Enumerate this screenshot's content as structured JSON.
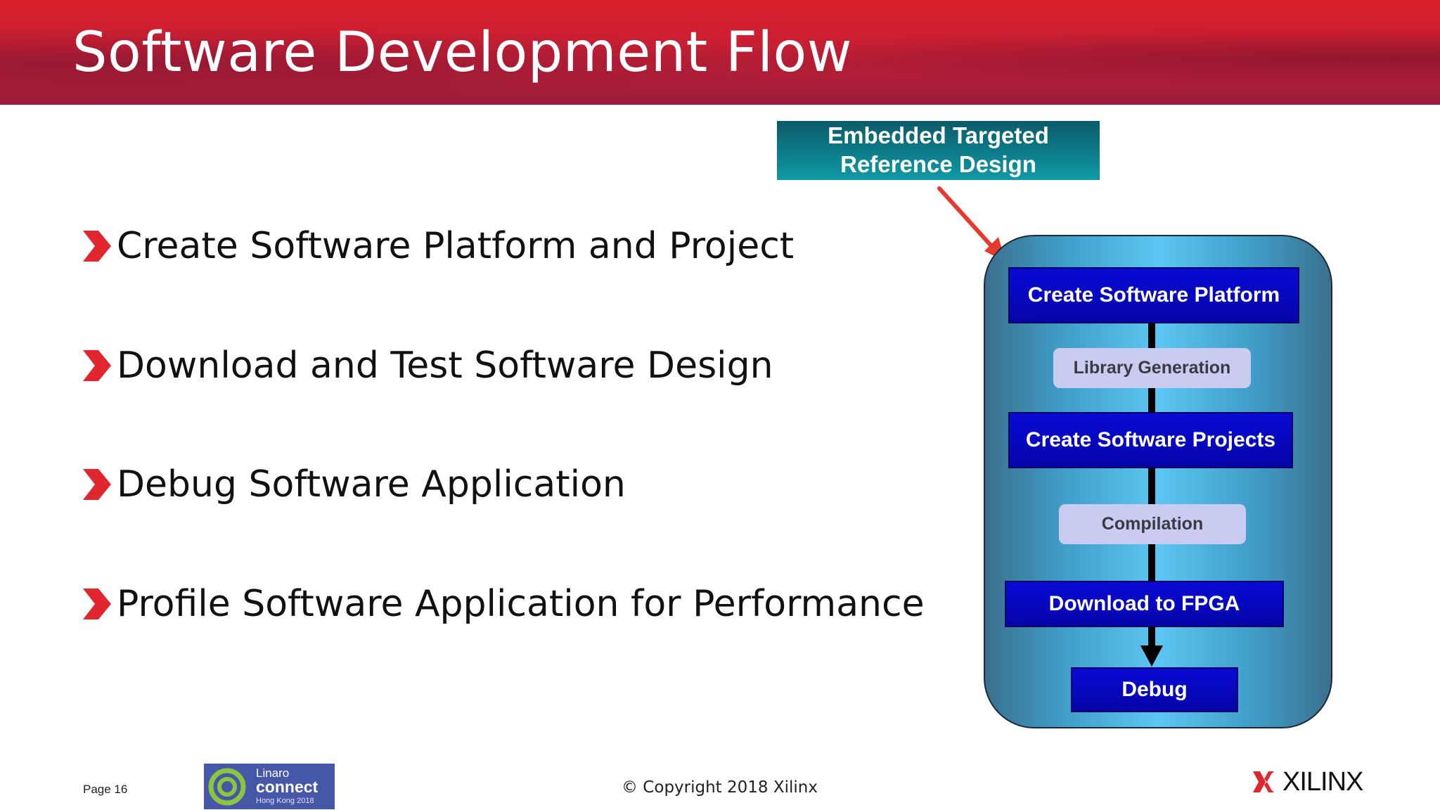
{
  "slide": {
    "title": "Software Development Flow"
  },
  "bullets": [
    "Create Software Platform and Project",
    "Download and Test Software Design",
    "Debug Software Application",
    "Profile Software Application for Performance"
  ],
  "diagram": {
    "reference_box": [
      "Embedded Targeted",
      "Reference Design"
    ],
    "steps": [
      {
        "label": "Create Software Platform",
        "style": "dark"
      },
      {
        "label": "Library Generation",
        "style": "light"
      },
      {
        "label": "Create Software Projects",
        "style": "dark"
      },
      {
        "label": "Compilation",
        "style": "light"
      },
      {
        "label": "Download to FPGA",
        "style": "dark"
      },
      {
        "label": "Debug",
        "style": "dark"
      }
    ],
    "colors": {
      "dark_step": "#0505a8",
      "light_step": "#c9ccf0",
      "capsule": "#3f9dc7",
      "arrow": "#e63a2e",
      "reference_box": "#0d7d8a"
    }
  },
  "footer": {
    "page": "Page 16",
    "copyright": "© Copyright 2018 Xilinx",
    "linaro_logo": {
      "line1": "Linaro",
      "line2": "connect",
      "line3": "Hong Kong 2018"
    },
    "xilinx_logo": "XILINX"
  }
}
